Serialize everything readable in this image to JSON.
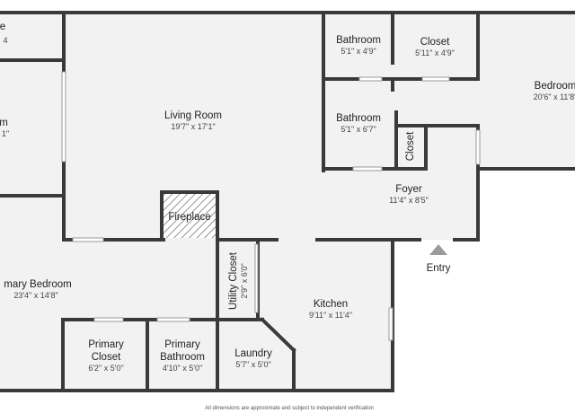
{
  "plan": {
    "colors": {
      "wall": "#3a3a3a",
      "floor": "#f2f2f2",
      "window": "#ffffff",
      "entry_marker": "#9a9a9a",
      "text": "#222222"
    },
    "rooms": {
      "top_left": {
        "name": "e",
        "dims": "4"
      },
      "left_room": {
        "name": "m",
        "dims": "1\""
      },
      "living_room": {
        "name": "Living Room",
        "dims": "19'7\" x 17'1\""
      },
      "bathroom_top": {
        "name": "Bathroom",
        "dims": "5'1\" x 4'9\""
      },
      "closet_top": {
        "name": "Closet",
        "dims": "5'11\" x 4'9\""
      },
      "bedroom": {
        "name": "Bedroom",
        "dims": "20'6\" x 11'8\""
      },
      "bathroom_mid": {
        "name": "Bathroom",
        "dims": "5'1\" x 6'7\""
      },
      "closet_small": {
        "name": "Closet"
      },
      "foyer": {
        "name": "Foyer",
        "dims": "11'4\" x 8'5\""
      },
      "fireplace": {
        "name": "Fireplace"
      },
      "primary_bedroom": {
        "name": "mary Bedroom",
        "dims": "23'4\" x 14'8\""
      },
      "utility_closet": {
        "name": "Utility Closet",
        "dims": "2'9\" x 6'0\""
      },
      "kitchen": {
        "name": "Kitchen",
        "dims": "9'11\" x 11'4\""
      },
      "primary_closet": {
        "name": "Primary Closet",
        "name_line1": "Primary",
        "name_line2": "Closet",
        "dims": "6'2\" x 5'0\""
      },
      "primary_bathroom": {
        "name": "Primary Bathroom",
        "name_line1": "Primary",
        "name_line2": "Bathroom",
        "dims": "4'10\" x 5'0\""
      },
      "laundry": {
        "name": "Laundry",
        "dims": "5'7\" x 5'0\""
      }
    },
    "entry": "Entry",
    "footer_note": "All dimensions are approximate and subject to independent verification"
  }
}
